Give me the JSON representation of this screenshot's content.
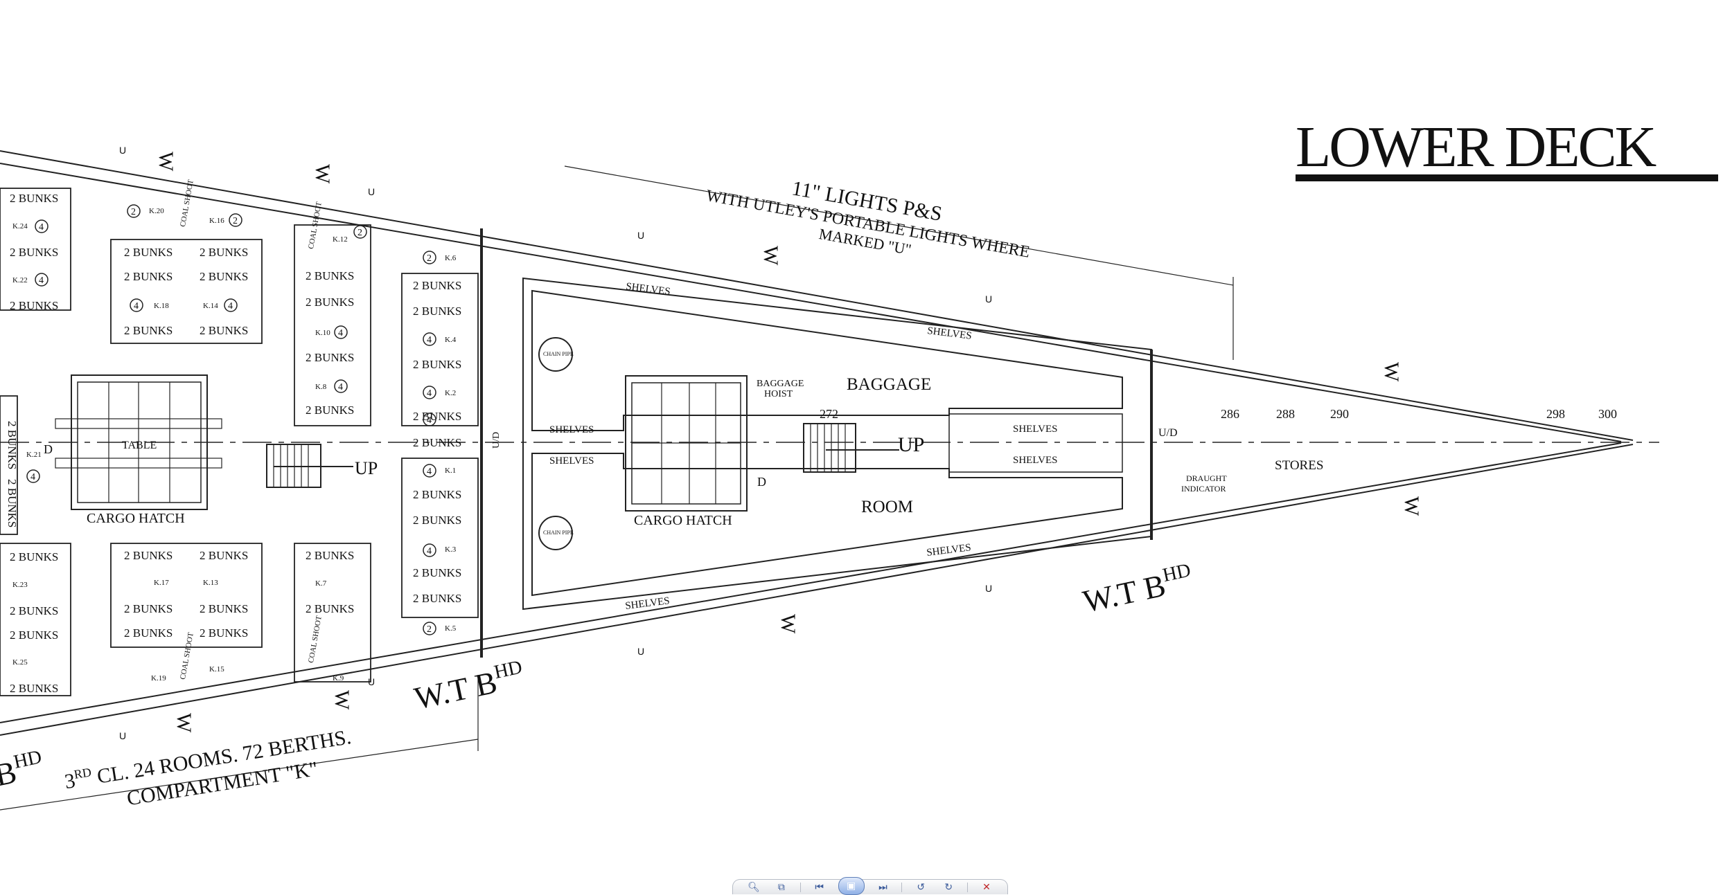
{
  "title": "LOWER DECK",
  "lights_note": {
    "line1": "11\" LIGHTS P&S",
    "line2": "WITH UTLEY'S PORTABLE LIGHTS WHERE",
    "line3": "MARKED \"U\""
  },
  "compartment_note": {
    "line1_pre": "3",
    "line1_sup": "RD",
    "line1_post": " CL. 24 ROOMS.    72 BERTHS.",
    "line2": "COMPARTMENT \"K\""
  },
  "bulkhead": {
    "main": "W.T B",
    "sup": "HD"
  },
  "bulkhead_partial": {
    "main": "B",
    "sup": "HD"
  },
  "labels": {
    "two_bunks": "2 BUNKS",
    "bunks_vertical": "2 BUNKS",
    "table": "TABLE",
    "cargo_hatch": "CARGO HATCH",
    "coal_shoot": "COAL SHOOT",
    "up": "UP",
    "shelves": "SHELVES",
    "chain_pipe": "CHAIN PIPE",
    "baggage_hoist_1": "BAGGAGE",
    "baggage_hoist_2": "HOIST",
    "baggage": "BAGGAGE",
    "room": "ROOM",
    "stores": "STORES",
    "draught_1": "DRAUGHT",
    "draught_2": "INDICATOR",
    "ud": "U/D",
    "u": "U",
    "d": "D",
    "w": "W"
  },
  "frame_numbers": [
    "272",
    "286",
    "288",
    "290",
    "298",
    "300"
  ],
  "cabins": {
    "upper_aft": [
      "K.24",
      "K.22"
    ],
    "lower_aft": [
      "K.23",
      "K.25"
    ],
    "upper_mid": [
      "K.20",
      "K.18",
      "K.16",
      "K.14"
    ],
    "lower_mid": [
      "K.17",
      "K.13",
      "K.19",
      "K.15"
    ],
    "upper_fwd": [
      "K.12",
      "K.10",
      "K.8"
    ],
    "lower_fwd": [
      "K.7",
      "K.9"
    ],
    "centre": [
      "K.6",
      "K.4",
      "K.2",
      "K.1",
      "K.3",
      "K.5"
    ],
    "side": "K.21"
  },
  "berth_counts": [
    "2",
    "4"
  ],
  "toolbar": {
    "zoom_icon": "magnifier-zoom-icon",
    "fit_icon": "fit-page-icon",
    "first_icon": "first-page-icon",
    "center_icon": "slideshow-icon",
    "last_icon": "last-page-icon",
    "rotate_left_icon": "rotate-left-icon",
    "rotate_right_icon": "rotate-right-icon",
    "close_icon": "close-icon"
  }
}
